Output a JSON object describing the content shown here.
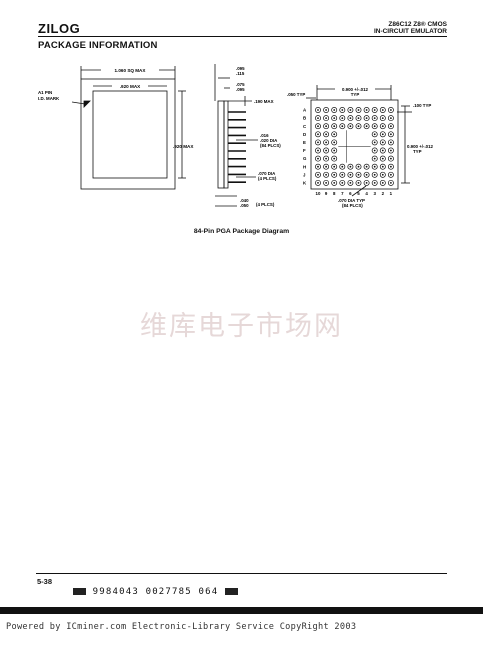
{
  "header": {
    "logo": "ZILOG",
    "title_line1": "Z86C12 Z8® CMOS",
    "title_line2": "IN-CIRCUIT EMULATOR"
  },
  "section_title": "PACKAGE INFORMATION",
  "diagram": {
    "top_view": {
      "dim_outer": "1.060 SQ MAX",
      "dim_inner": ".920 MAX",
      "dim_side": ".920 MAX",
      "pin_mark": "A1 PIN\nI.D. MARK"
    },
    "side_view": {
      "dim_top1": ".095",
      "dim_top2": ".115",
      "dim_t1": ".075",
      "dim_t2": ".095",
      "dim_body": ".190 MAX",
      "dim_pin1": ".016",
      "dim_pin2": ".020 DIA",
      "dim_pin3": "(84 PLCS)",
      "dim_stand1": ".070 DIA",
      "dim_stand2": "(4 PLCS)",
      "dim_bot1": ".040",
      "dim_bot2": ".050",
      "dim_bot3": "(4 PLCS)"
    },
    "bottom_view": {
      "dim_top": "0.900 +/-.012",
      "typ": "TYP",
      "dim_left": ".050 TYP",
      "dim_right_top": ".100 TYP",
      "dim_right": "0.900 +/-.012",
      "typ_right": "TYP",
      "dim_bottom1": ".070 DIA TYP",
      "dim_bottom2": "(84 PLCS)",
      "rows": [
        "A",
        "B",
        "C",
        "D",
        "E",
        "F",
        "G",
        "H",
        "J",
        "K"
      ],
      "cols": [
        "10",
        "9",
        "8",
        "7",
        "6",
        "5",
        "4",
        "3",
        "2",
        "1"
      ]
    }
  },
  "caption": "84-Pin PGA Package Diagram",
  "watermark": "维库电子市场网",
  "footer": {
    "page_number": "5-38",
    "barcode_text": "9984043 0027785 064"
  },
  "powered_by": "Powered by ICminer.com Electronic-Library Service CopyRight 2003"
}
